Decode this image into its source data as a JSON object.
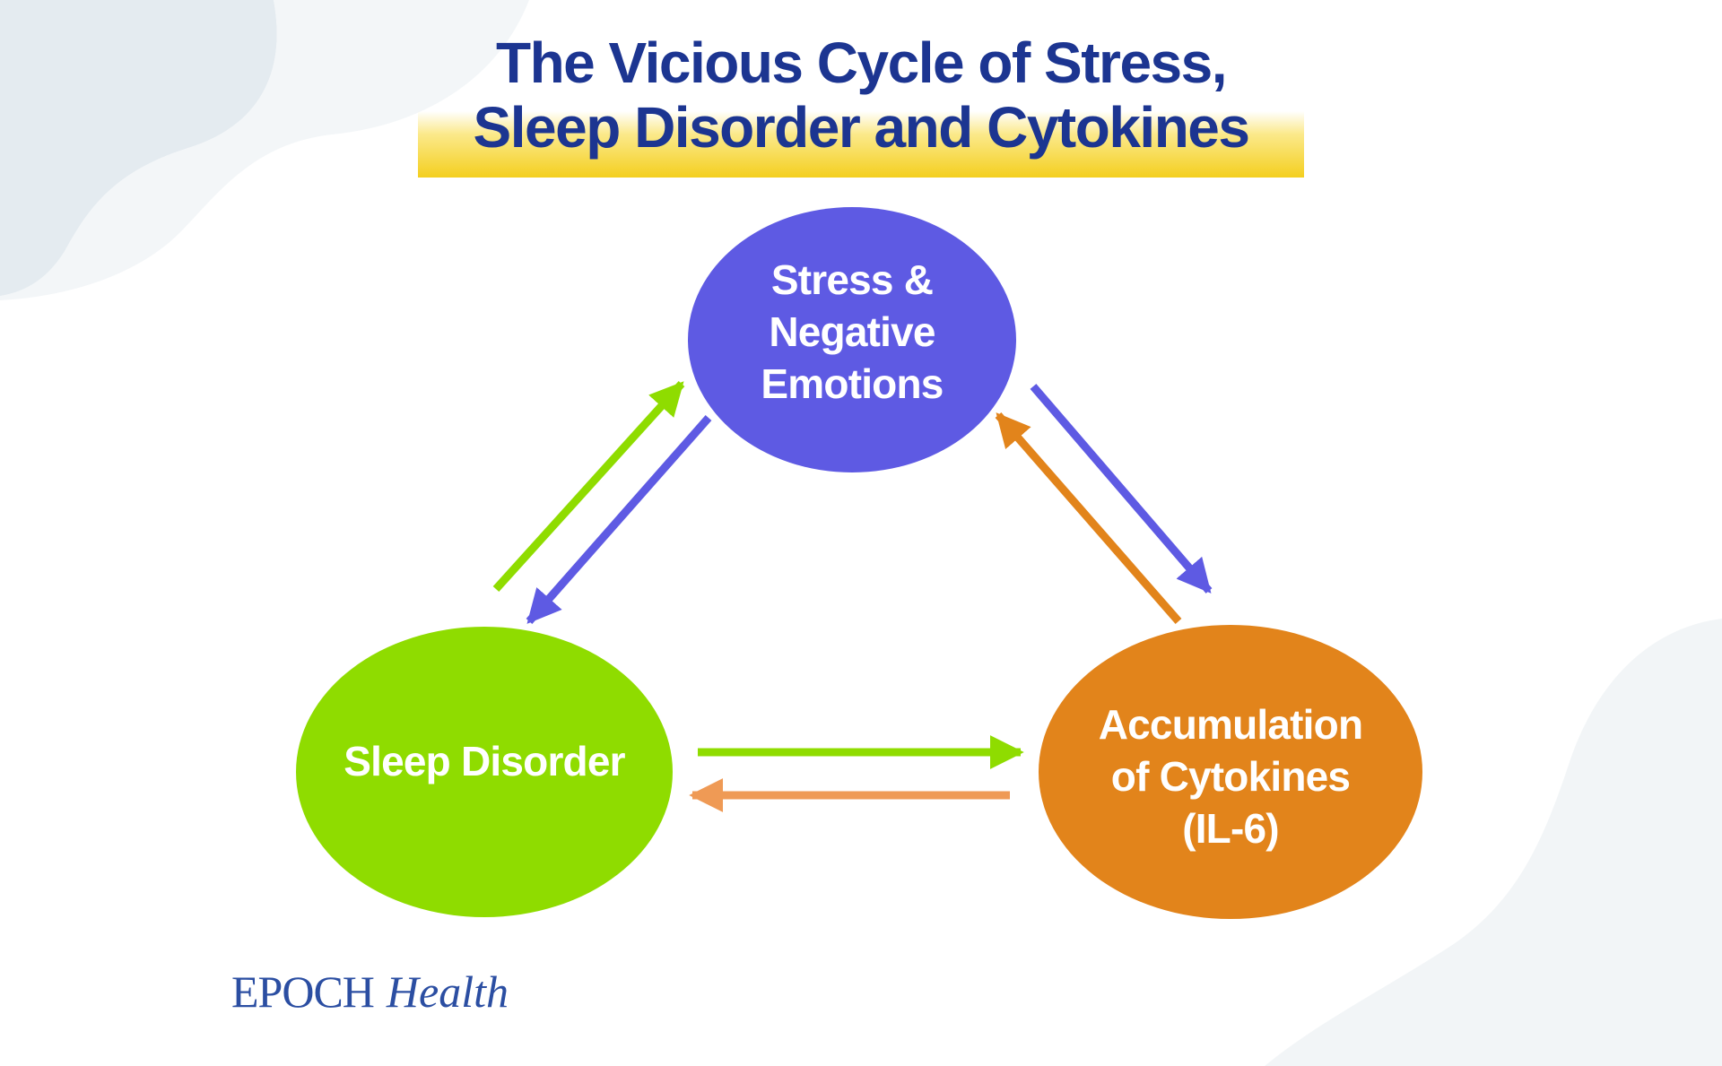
{
  "title": {
    "line1": "The Vicious Cycle of Stress,",
    "line2": "Sleep Disorder and Cytokines"
  },
  "nodes": {
    "stress": {
      "line1": "Stress &",
      "line2": "Negative",
      "line3": "Emotions"
    },
    "sleep": {
      "line1": "Sleep Disorder"
    },
    "cytokines": {
      "line1": "Accumulation",
      "line2": "of Cytokines",
      "line3": "(IL-6)"
    }
  },
  "logo": {
    "brand": "EPOCH",
    "sub": "Health"
  },
  "colors": {
    "title": "#1c3591",
    "highlight": "#f4cf1f",
    "stress": "#5e5ae3",
    "sleep": "#8fdc00",
    "cytokines": "#e2841b",
    "arrow_orange_light": "#ef9a55",
    "logo": "#2b4ea2"
  },
  "edges": [
    {
      "from": "Sleep Disorder",
      "to": "Stress & Negative Emotions",
      "color": "green"
    },
    {
      "from": "Stress & Negative Emotions",
      "to": "Sleep Disorder",
      "color": "purple"
    },
    {
      "from": "Stress & Negative Emotions",
      "to": "Accumulation of Cytokines (IL-6)",
      "color": "purple"
    },
    {
      "from": "Accumulation of Cytokines (IL-6)",
      "to": "Stress & Negative Emotions",
      "color": "orange"
    },
    {
      "from": "Sleep Disorder",
      "to": "Accumulation of Cytokines (IL-6)",
      "color": "green"
    },
    {
      "from": "Accumulation of Cytokines (IL-6)",
      "to": "Sleep Disorder",
      "color": "orange"
    }
  ]
}
